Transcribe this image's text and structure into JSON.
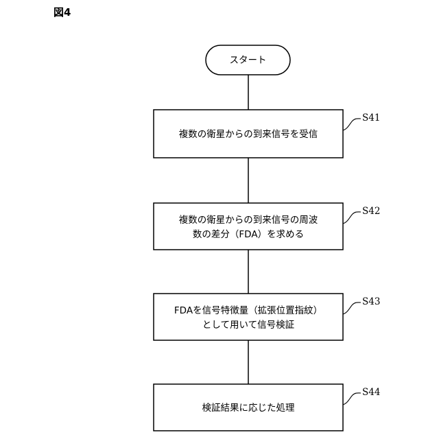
{
  "figure_label": "図4",
  "start": {
    "label": "スタート"
  },
  "steps": [
    {
      "id": "S41",
      "lines": [
        "複数の衛星からの到来信号を受信"
      ]
    },
    {
      "id": "S42",
      "lines": [
        "複数の衛星からの到来信号の周波",
        "数の差分（FDA）を求める"
      ]
    },
    {
      "id": "S43",
      "lines": [
        "FDAを信号特徴量（拡張位置指紋）",
        "として用いて信号検証"
      ]
    },
    {
      "id": "S44",
      "lines": [
        "検証結果に応じた処理"
      ]
    }
  ]
}
